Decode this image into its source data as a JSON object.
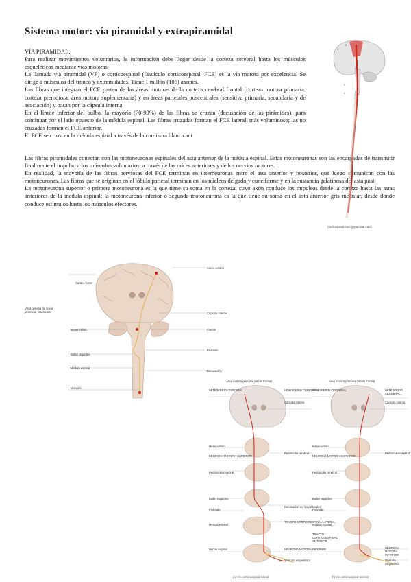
{
  "document": {
    "title": "Sistema motor: vía piramidal y extrapiramidal",
    "section_heading": "VÍA PIRAMIDAL:",
    "paragraphs": [
      "Para realizar movimientos voluntarios, la información debe llegar desde la corteza cerebral hasta los músculos esqueléticos mediante vías motoras",
      "La llamada vía piramidal (VP) o corticoespinal (fascículo corticoespinal, FCE) es la vía motora por excelencia. Se dirige a músculos del tronco y extremidades. Tiene 1 millón (106) axones.",
      "Las fibras que integran el FCE parten de las áreas motoras de la corteza cerebral frontal (corteza motora primaria, corteza premotora, área motora suplementaria) y en áreas parietales poscentrales (sensitiva primaria, secundaria y de asociación) y pasan por la cápsula interna",
      "En el límite inferior del bulbo, la mayoría (70-90%) de las fibras se cruzan (decusación de las pirámides), para continuar por el lado opuesto de la médula espinal. Las fibras cruzadas forman el FCE lateral, más voluminoso; las no cruzadas forman el FCE anterior.",
      "El FCE se cruza en la médula espinal a través de la comisura blanca ant"
    ],
    "paragraphs_full": [
      "Las fibras piramidales conectan con las motoneuronas espinales del asta anterior de la médula espinal. Estas motoneuronas son las encargadas de transmitir finalmente el impulso a los músculos voluntarios, a través de las raíces anteriores y de los nervios motores.",
      "En realidad, la mayoría de las fibras nerviosas del FCE terminan en interneuronas entre el asta anterior y posterior, que luego comunican con las motoneuronas. Las fibras que se originan en el lóbulo parietal terminan en los núcleos delgado y cuneiforme y en la sustancia gelatinosa del asta post",
      "La motoneurona superior o primera motoneurona es la que tiene su soma en la corteza, cuyo axón conduce los impulsos desde la corteza hasta las astas anteriores de la médula espinal; la motoneurona inferior o segunda motoneurona es la que tiene su soma en el asta anterior gris medular, desde donde conduce estímulos hasta los músculos efectores."
    ]
  },
  "figures": {
    "brain_spine": {
      "caption": "Corticospinal tract (pyramidal tract)",
      "levels": [
        "1",
        "2",
        "3",
        "4"
      ]
    },
    "coronal": {
      "side_note": "Vista general de la vía piramidal, fascículos",
      "labels_left": [
        "Cortex motor",
        "Mesencéfalo",
        "Bulbo raquídeo",
        "Médula espinal",
        "Músculo"
      ],
      "labels_right": [
        "Surco central",
        "Cápsula interna",
        "Puente",
        "Pirámide",
        "Decusación"
      ]
    },
    "panel_a": {
      "header": "Área motora primaria (lóbulo frontal)",
      "labels_left": [
        "HEMISFERIO CEREBRAL",
        "Mesencéfalo",
        "NEURONA MOTORA SUPERIOR",
        "Pedúnculo cerebral",
        "Bulbo raquídeo",
        "Pirámide",
        "Médula espinal",
        "Nervio espinal"
      ],
      "labels_right": [
        "HEMISFERIO CEREBRAL",
        "Cápsula interna",
        "Pedúnculo cerebral",
        "Decusación de las pirámides",
        "TRACTO CORTICOESPINAL LATERAL",
        "NEURONA MOTORA INFERIOR",
        "Músculo esquelético"
      ],
      "caption": "(a) Vía corticoespinal lateral"
    },
    "panel_b": {
      "header": "Área motora primaria (lóbulo frontal)",
      "labels_left": [
        "HEMISFERIO CEREBRAL",
        "Mesencéfalo",
        "NEURONA MOTORA SUPERIOR",
        "Pedúnculo cerebral",
        "Bulbo raquídeo",
        "Pirámide",
        "Médula espinal",
        "TRACTO CORTICOESPINAL ANTERIOR"
      ],
      "labels_right": [
        "HEMISFERIO CEREBRAL",
        "Cápsula interna",
        "Pedúnculo cerebral",
        "NEURONA MOTORA INFERIOR",
        "Músculo esquelético"
      ],
      "caption": "(b) Vía corticoespinal anterior"
    }
  },
  "colors": {
    "tract": "#c8281e",
    "tissue": "#ead7c8",
    "tissue_dark": "#c9ad98",
    "nerve": "#e8c86a",
    "brain_grey": "#d9d9d9"
  }
}
